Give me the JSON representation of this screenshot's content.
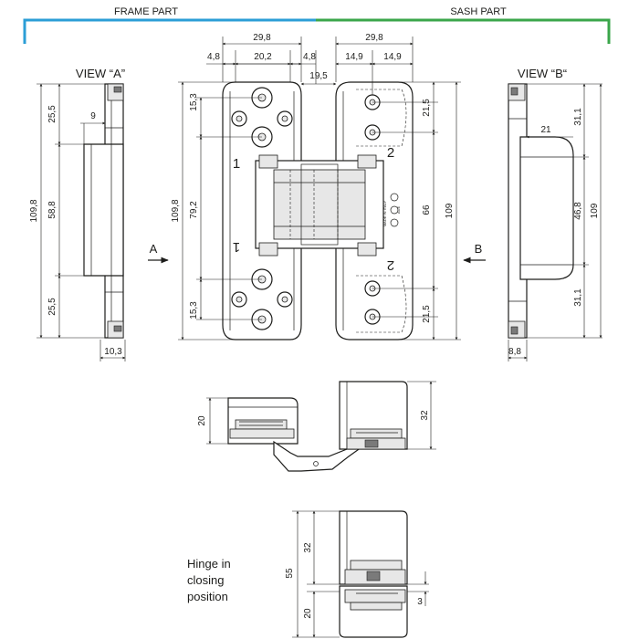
{
  "colors": {
    "frame_bracket": "#2b9ed6",
    "sash_bracket": "#3aa64a",
    "line": "#1d1d1b"
  },
  "headers": {
    "frame_part": "FRAME PART",
    "sash_part": "SASH PART"
  },
  "views": {
    "view_a": "VIEW “A”",
    "view_b": "VIEW “B“",
    "arrow_a": "A",
    "arrow_b": "B"
  },
  "front_view": {
    "top_dims": [
      "29,8",
      "4,8",
      "20,2",
      "4,8",
      "19,5",
      "29,8",
      "14,9",
      "14,9"
    ],
    "left_dims": [
      "15,3",
      "109,8",
      "79,2",
      "15,3"
    ],
    "right_dims": [
      "21,5",
      "66",
      "109",
      "21,5"
    ],
    "leaf_labels": [
      "1",
      "1",
      "2",
      "2"
    ],
    "brand_mark": "ACE",
    "made_in": "MADE IN ITALY"
  },
  "view_a_dims": [
    "25,5",
    "9",
    "109,8",
    "58,8",
    "25,5",
    "10,3"
  ],
  "view_b_dims": [
    "21",
    "31,1",
    "46,8",
    "109",
    "31,1",
    "8,8"
  ],
  "top_view": {
    "dims": [
      "20",
      "32"
    ]
  },
  "closing_view": {
    "dims": [
      "32",
      "55",
      "20",
      "3"
    ],
    "caption": [
      "Hinge in",
      "closing",
      "position"
    ]
  }
}
